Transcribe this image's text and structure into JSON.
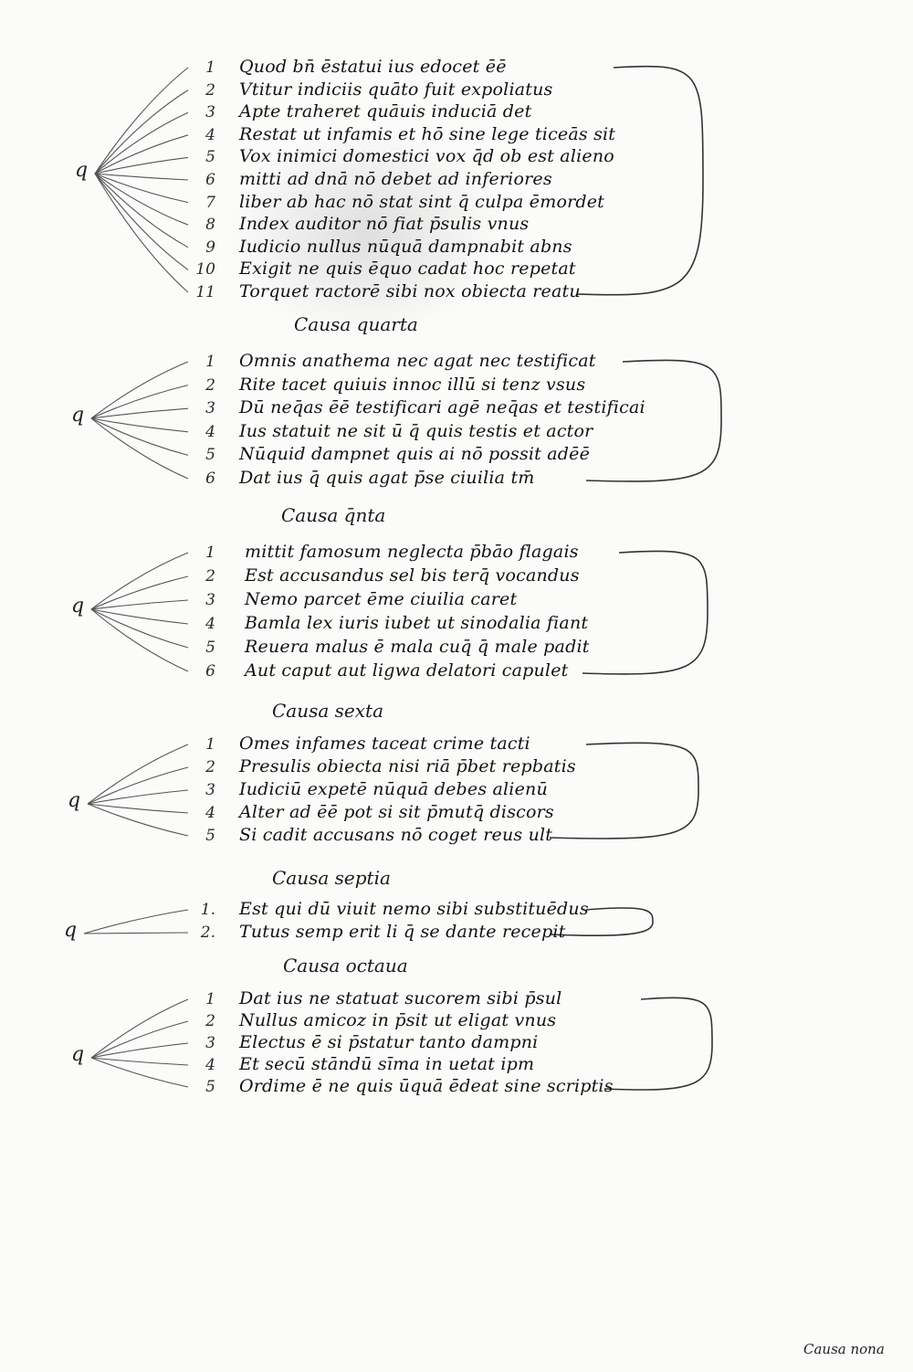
{
  "sections": [
    {
      "title": "",
      "brace_letter": "q",
      "lines": [
        {
          "num": "1",
          "text": "Quod bn̄ ēstatui ius edocet ēē"
        },
        {
          "num": "2",
          "text": "Vtitur indiciis quāto fuit expoliatus"
        },
        {
          "num": "3",
          "text": "Apte traheret quāuis induciā det"
        },
        {
          "num": "4",
          "text": "Restat ut infamis et hō sine lege ticeās sit"
        },
        {
          "num": "5",
          "text": "Vox inimici domestici vox q̄d ob est alieno"
        },
        {
          "num": "6",
          "text": "mitti ad dnā nō debet ad inferiores"
        },
        {
          "num": "7",
          "text": "liber ab hac nō stat sint q̄ culpa ēmordet"
        },
        {
          "num": "8",
          "text": "Index auditor nō fiat p̄sulis vnus"
        },
        {
          "num": "9",
          "text": "Iudicio nullus nūquā dampnabit abns"
        },
        {
          "num": "10",
          "text": "Exigit ne quis ēquo cadat hoc repetat"
        },
        {
          "num": "11",
          "text": "Torquet ractorē sibi nox obiecta reatu"
        }
      ]
    },
    {
      "title": "Causa quarta",
      "brace_letter": "q",
      "lines": [
        {
          "num": "1",
          "text": "Omnis anathema nec agat nec testificat"
        },
        {
          "num": "2",
          "text": "Rite tacet quiuis innoc illū si tenz vsus"
        },
        {
          "num": "3",
          "text": "Dū neq̄as ēē testificari agē neq̄as et testificai"
        },
        {
          "num": "4",
          "text": "Ius statuit ne sit ū q̄ quis testis et actor"
        },
        {
          "num": "5",
          "text": "Nūquid dampnet quis ai nō possit adēē"
        },
        {
          "num": "6",
          "text": "Dat ius q̄ quis agat p̄se ciuilia tm̄"
        }
      ]
    },
    {
      "title": "Causa q̄nta",
      "brace_letter": "q",
      "lines": [
        {
          "num": "1",
          "text": "mittit famosum neglecta p̄bāo flagais"
        },
        {
          "num": "2",
          "text": "Est accusandus sel bis terq̄ vocandus"
        },
        {
          "num": "3",
          "text": "Nemo parcet ēme ciuilia caret"
        },
        {
          "num": "4",
          "text": "Bamla lex iuris iubet ut sinodalia fiant"
        },
        {
          "num": "5",
          "text": "Reuera malus ē mala cuq̄ q̄ male padit"
        },
        {
          "num": "6",
          "text": "Aut caput aut ligwa delatori capulet"
        }
      ]
    },
    {
      "title": "Causa sexta",
      "brace_letter": "q",
      "lines": [
        {
          "num": "1",
          "text": "Omes infames taceat crime tacti"
        },
        {
          "num": "2",
          "text": "Presulis obiecta nisi riā p̄bet repbatis"
        },
        {
          "num": "3",
          "text": "Iudiciū expetē nūquā debes alienū"
        },
        {
          "num": "4",
          "text": "Alter ad ēē pot si sit p̄mutq̄ discors"
        },
        {
          "num": "5",
          "text": "Si cadit accusans nō coget reus ult"
        }
      ]
    },
    {
      "title": "Causa septia",
      "brace_letter": "q",
      "lines": [
        {
          "num": "1.",
          "text": "Est qui dū viuit nemo sibi substituēdus"
        },
        {
          "num": "2.",
          "text": "Tutus semp erit li q̄ se dante recepit"
        }
      ]
    },
    {
      "title": "Causa octaua",
      "brace_letter": "q",
      "lines": [
        {
          "num": "1",
          "text": "Dat ius ne statuat sucorem sibi p̄sul"
        },
        {
          "num": "2",
          "text": "Nullus amicoz in p̄sit ut eligat vnus"
        },
        {
          "num": "3",
          "text": "Electus ē si p̄statur tanto dampni"
        },
        {
          "num": "4",
          "text": "Et secū stāndū sīma in uetat ipm"
        },
        {
          "num": "5",
          "text": "Ordime ē ne quis ūquā ēdeat sine scriptis"
        }
      ]
    }
  ],
  "footer": {
    "catchword": "Causa nona"
  }
}
